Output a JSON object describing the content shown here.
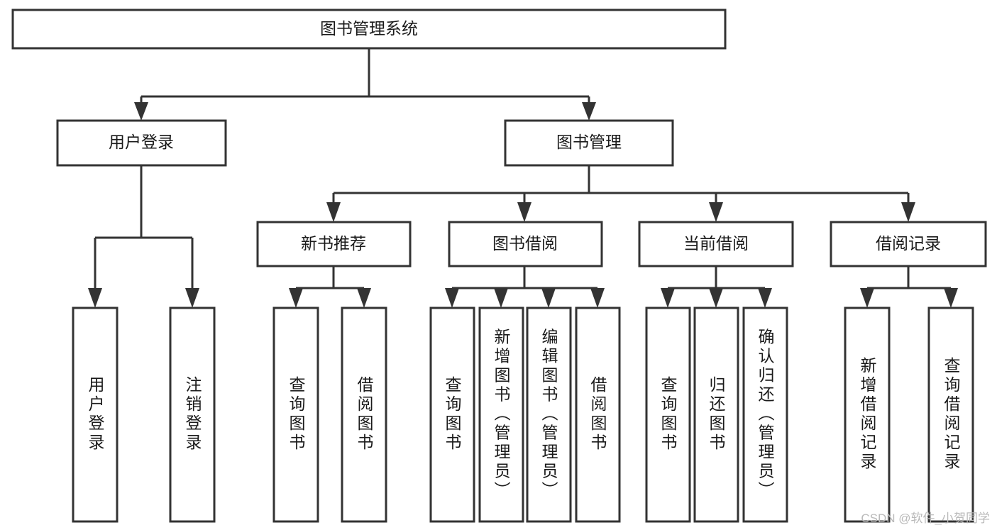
{
  "diagram": {
    "type": "tree",
    "title": "图书管理系统",
    "orientation": "top-down",
    "colors": {
      "box_stroke": "#333333",
      "box_fill": "#ffffff",
      "connector": "#333333",
      "text": "#1a1a1a",
      "background": "#ffffff",
      "watermark": "#b9b9b9"
    },
    "root": {
      "label": "图书管理系统"
    },
    "level2": [
      {
        "label": "用户登录"
      },
      {
        "label": "图书管理"
      }
    ],
    "level3": [
      {
        "label": "新书推荐"
      },
      {
        "label": "图书借阅"
      },
      {
        "label": "当前借阅"
      },
      {
        "label": "借阅记录"
      }
    ],
    "leaves": {
      "user_login": [
        {
          "label": "用户登录"
        },
        {
          "label": "注销登录"
        }
      ],
      "new_book_recommend": [
        {
          "label": "查询图书"
        },
        {
          "label": "借阅图书"
        }
      ],
      "book_borrow": [
        {
          "label": "查询图书"
        },
        {
          "label": "新增图书（管理员）"
        },
        {
          "label": "编辑图书（管理员）"
        },
        {
          "label": "借阅图书"
        }
      ],
      "current_borrow": [
        {
          "label": "查询图书"
        },
        {
          "label": "归还图书"
        },
        {
          "label": "确认归还（管理员）"
        }
      ],
      "borrow_record": [
        {
          "label": "新增借阅记录"
        },
        {
          "label": "查询借阅记录"
        }
      ]
    }
  },
  "watermark": {
    "text": "CSDN @软件_小贺同学"
  }
}
